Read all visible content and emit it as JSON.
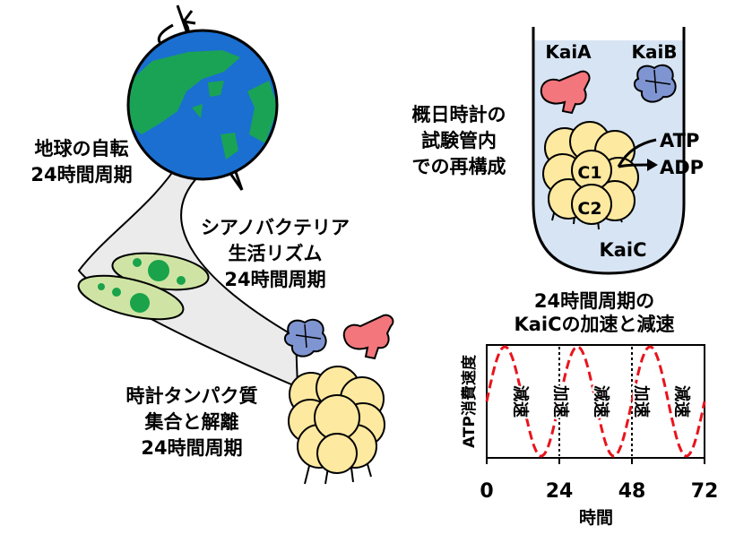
{
  "earth": {
    "line1": "地球の自転",
    "line2": "24時間周期"
  },
  "cyanobacteria": {
    "line1": "シアノバクテリア",
    "line2": "生活リズム",
    "line3": "24時間周期"
  },
  "clock_protein": {
    "line1": "時計タンパク質",
    "line2": "集合と解離",
    "line3": "24時間周期"
  },
  "reconstitution": {
    "line1": "概日時計の",
    "line2": "試験管内",
    "line3": "での再構成"
  },
  "tube": {
    "kaia": "KaiA",
    "kaib": "KaiB",
    "atp": "ATP",
    "adp": "ADP",
    "c1": "C1",
    "c2": "C2",
    "kaic": "KaiC"
  },
  "chart_data": {
    "type": "line",
    "title": "24時間周期の\nKaiCの加速と減速",
    "title_line1": "24時間周期の",
    "title_line2": "KaiCの加速と減速",
    "xlabel": "時間",
    "ylabel": "ATP消費速度",
    "xlim": [
      0,
      72
    ],
    "x_ticks": [
      "0",
      "24",
      "48",
      "72"
    ],
    "period_hours": 24,
    "dashed_lines_x": [
      24,
      48
    ],
    "phase_labels": [
      "減速",
      "加速",
      "減速",
      "加速",
      "減速"
    ],
    "line_color": "#e8141c",
    "line_style": "dashed"
  },
  "colors": {
    "ocean": "#1a6fd1",
    "land": "#1aa355",
    "kaia": "#f2767c",
    "kaib": "#7f95d1",
    "kaic": "#fde9a0",
    "tube_fill": "#d7e4f3",
    "cell_fill": "#cfe4a4",
    "cell_dot": "#1aa34a",
    "beam": "#ebebeb"
  }
}
